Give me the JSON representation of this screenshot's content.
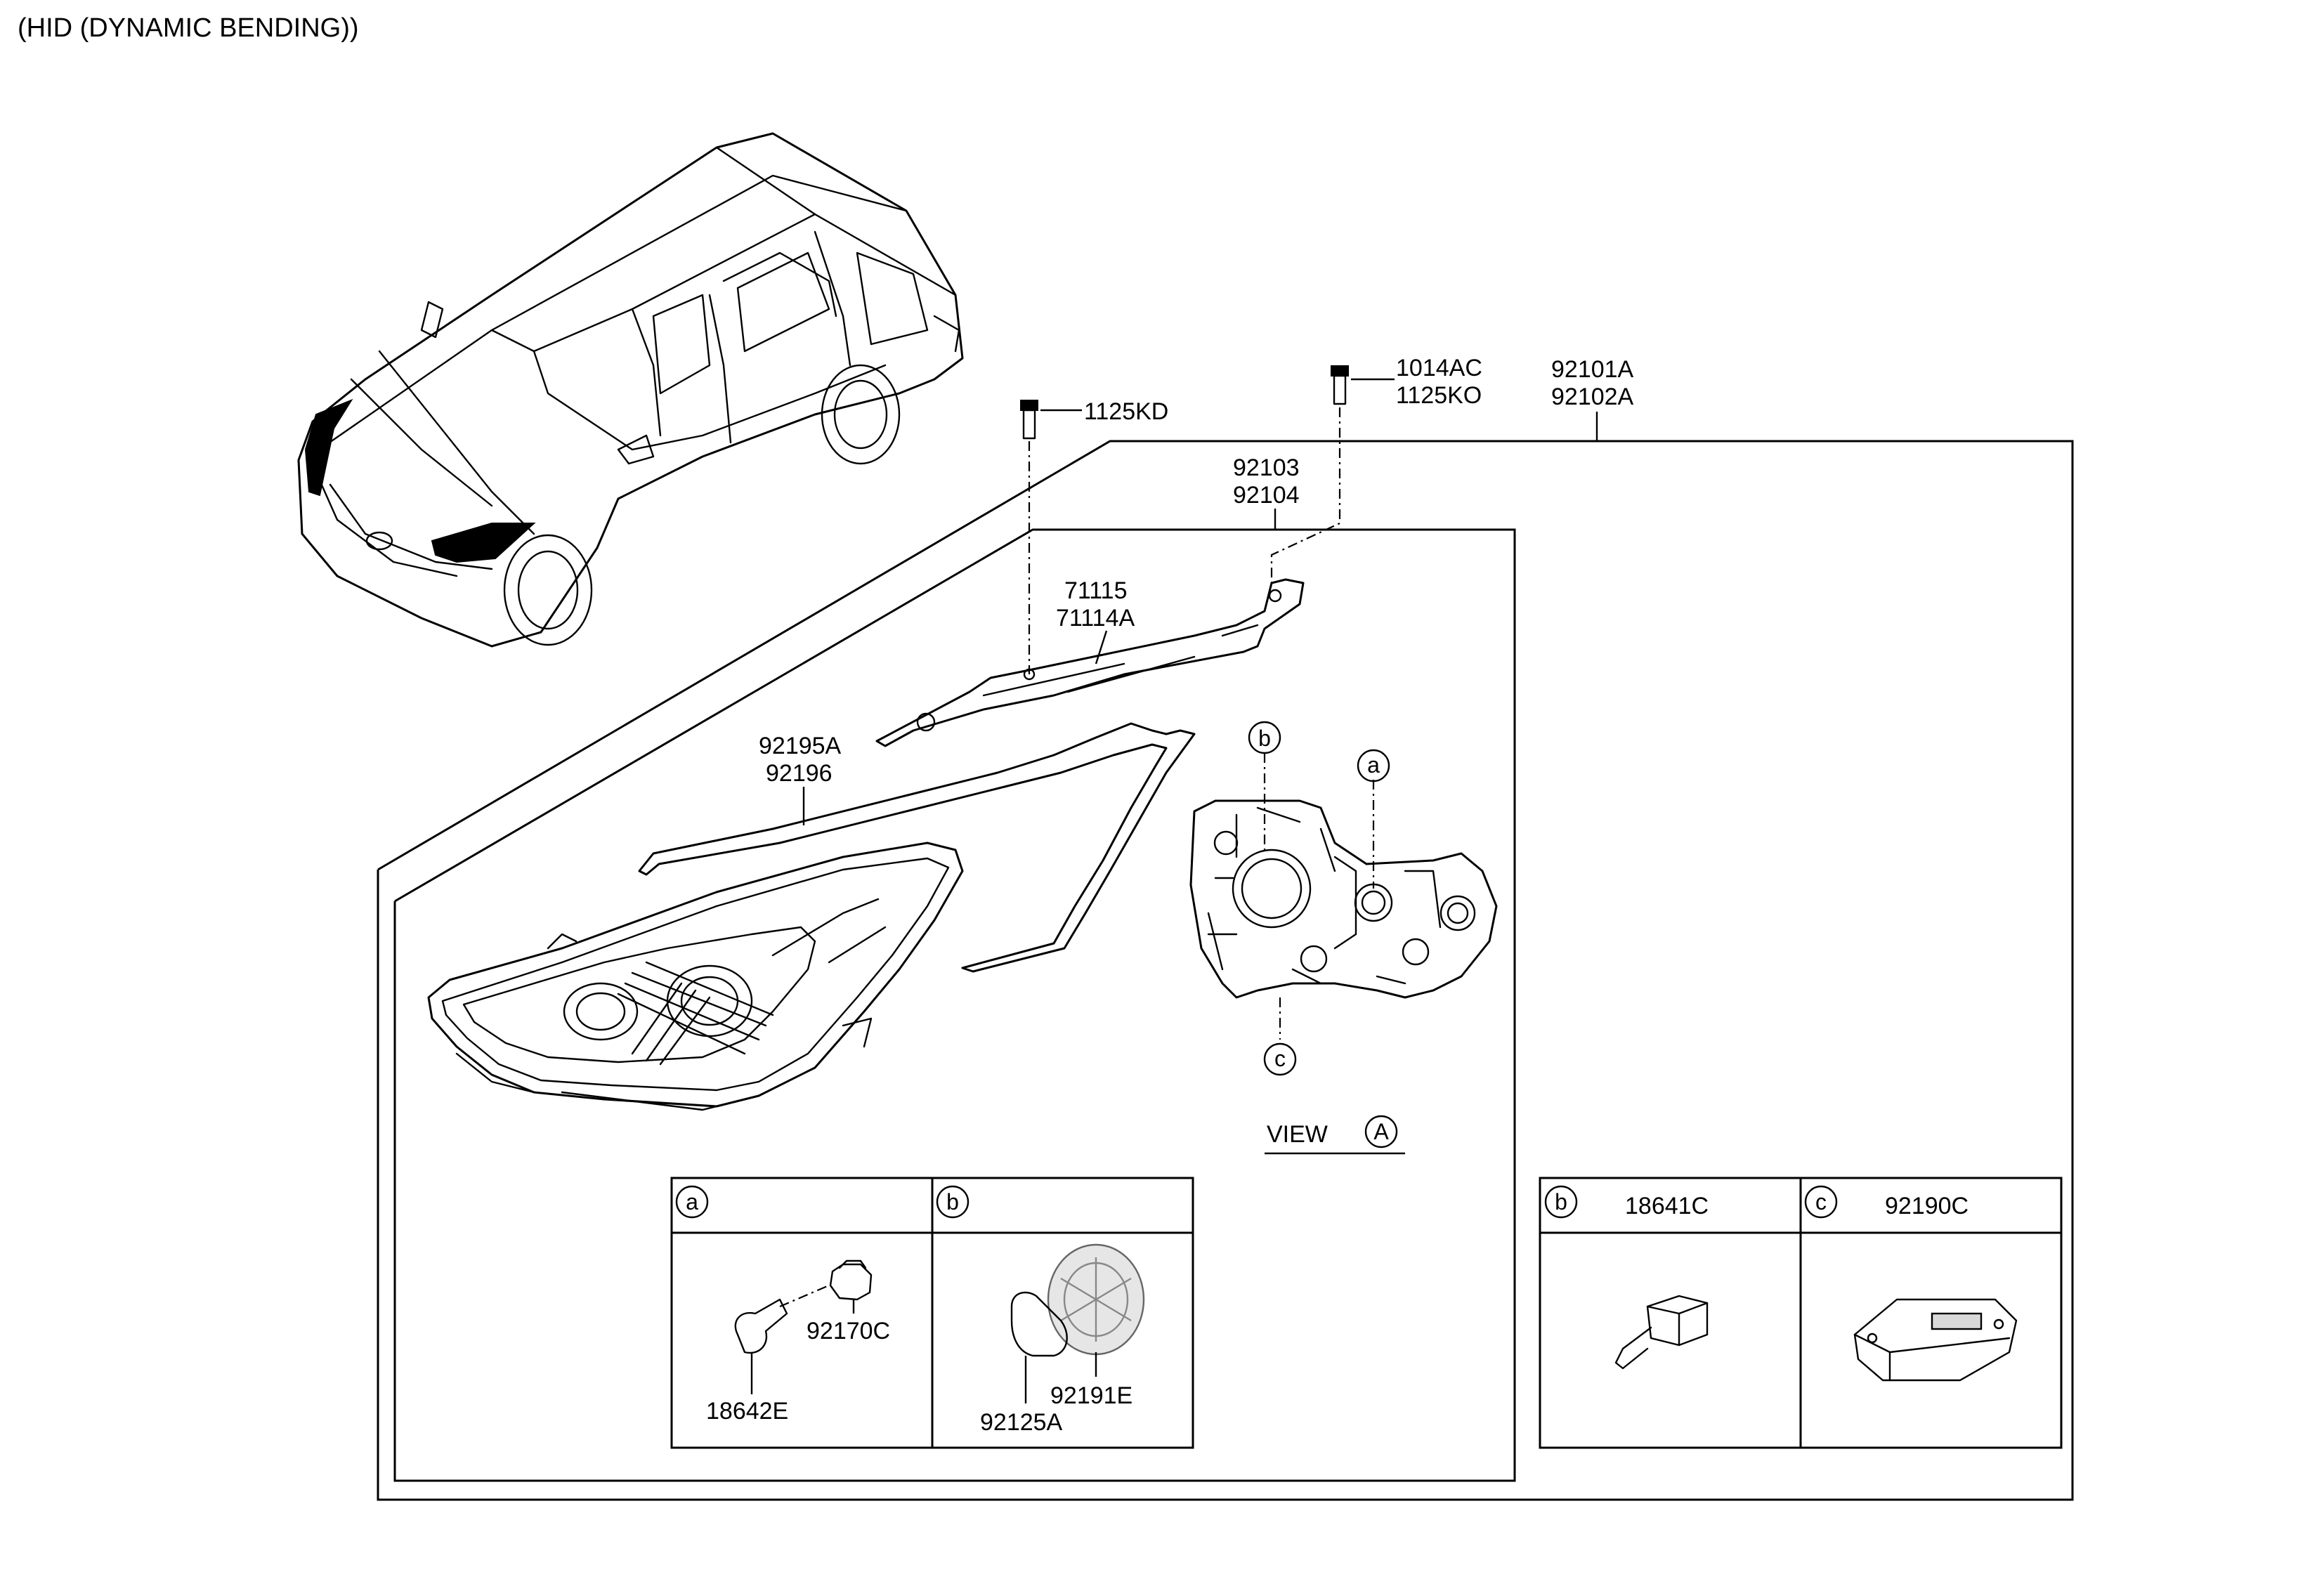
{
  "title": "(HID (DYNAMIC BENDING))",
  "view_label": {
    "word": "VIEW",
    "letter": "A"
  },
  "callouts": {
    "bolt_left": "1125KD",
    "bolt_right_1": "1014AC",
    "bolt_right_2": "1125KO",
    "assembly_1": "92101A",
    "assembly_2": "92102A",
    "housing_1": "92103",
    "housing_2": "92104",
    "bracket_1": "71115",
    "bracket_2": "71114A",
    "strip_1": "92195A",
    "strip_2": "92196"
  },
  "view_markers": {
    "b": "b",
    "a": "a",
    "c": "c"
  },
  "detail_box_left": {
    "cells": [
      {
        "marker": "a",
        "parts": [
          "92170C",
          "18642E"
        ]
      },
      {
        "marker": "b",
        "parts": [
          "92191E",
          "92125A"
        ]
      }
    ]
  },
  "detail_box_right": {
    "cells": [
      {
        "marker": "b",
        "part": "18641C"
      },
      {
        "marker": "c",
        "part": "92190C"
      }
    ]
  }
}
